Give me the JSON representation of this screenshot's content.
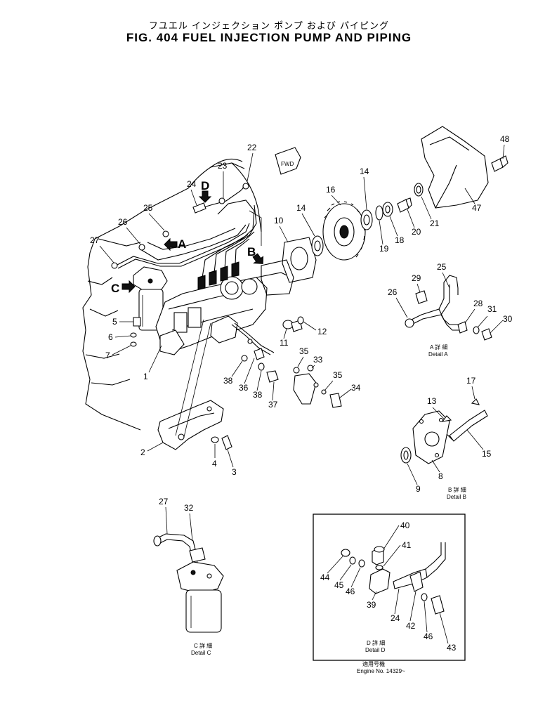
{
  "title": {
    "japanese": "フユエル インジェクション ポンプ および パイピング",
    "english": "FIG. 404  FUEL INJECTION PUMP AND PIPING"
  },
  "fwd_tag": "FWD",
  "view_markers": [
    "A",
    "B",
    "C",
    "D"
  ],
  "part_numbers": [
    "1",
    "2",
    "3",
    "4",
    "5",
    "6",
    "7",
    "8",
    "9",
    "10",
    "11",
    "12",
    "13",
    "14",
    "15",
    "16",
    "17",
    "18",
    "19",
    "20",
    "21",
    "22",
    "23",
    "24",
    "25",
    "26",
    "27",
    "28",
    "29",
    "30",
    "31",
    "32",
    "33",
    "34",
    "35",
    "36",
    "37",
    "38",
    "39",
    "40",
    "41",
    "42",
    "43",
    "44",
    "45",
    "46",
    "47",
    "48"
  ],
  "details": {
    "a": {
      "jp": "A 詳 細",
      "en": "Detail A"
    },
    "b": {
      "jp": "B 詳 細",
      "en": "Detail B"
    },
    "c": {
      "jp": "C 詳 細",
      "en": "Detail C"
    },
    "d": {
      "jp": "D 詳 細",
      "en": "Detail D"
    }
  },
  "applicability": {
    "jp": "適用号機",
    "en": "Engine  No.  14329~"
  }
}
